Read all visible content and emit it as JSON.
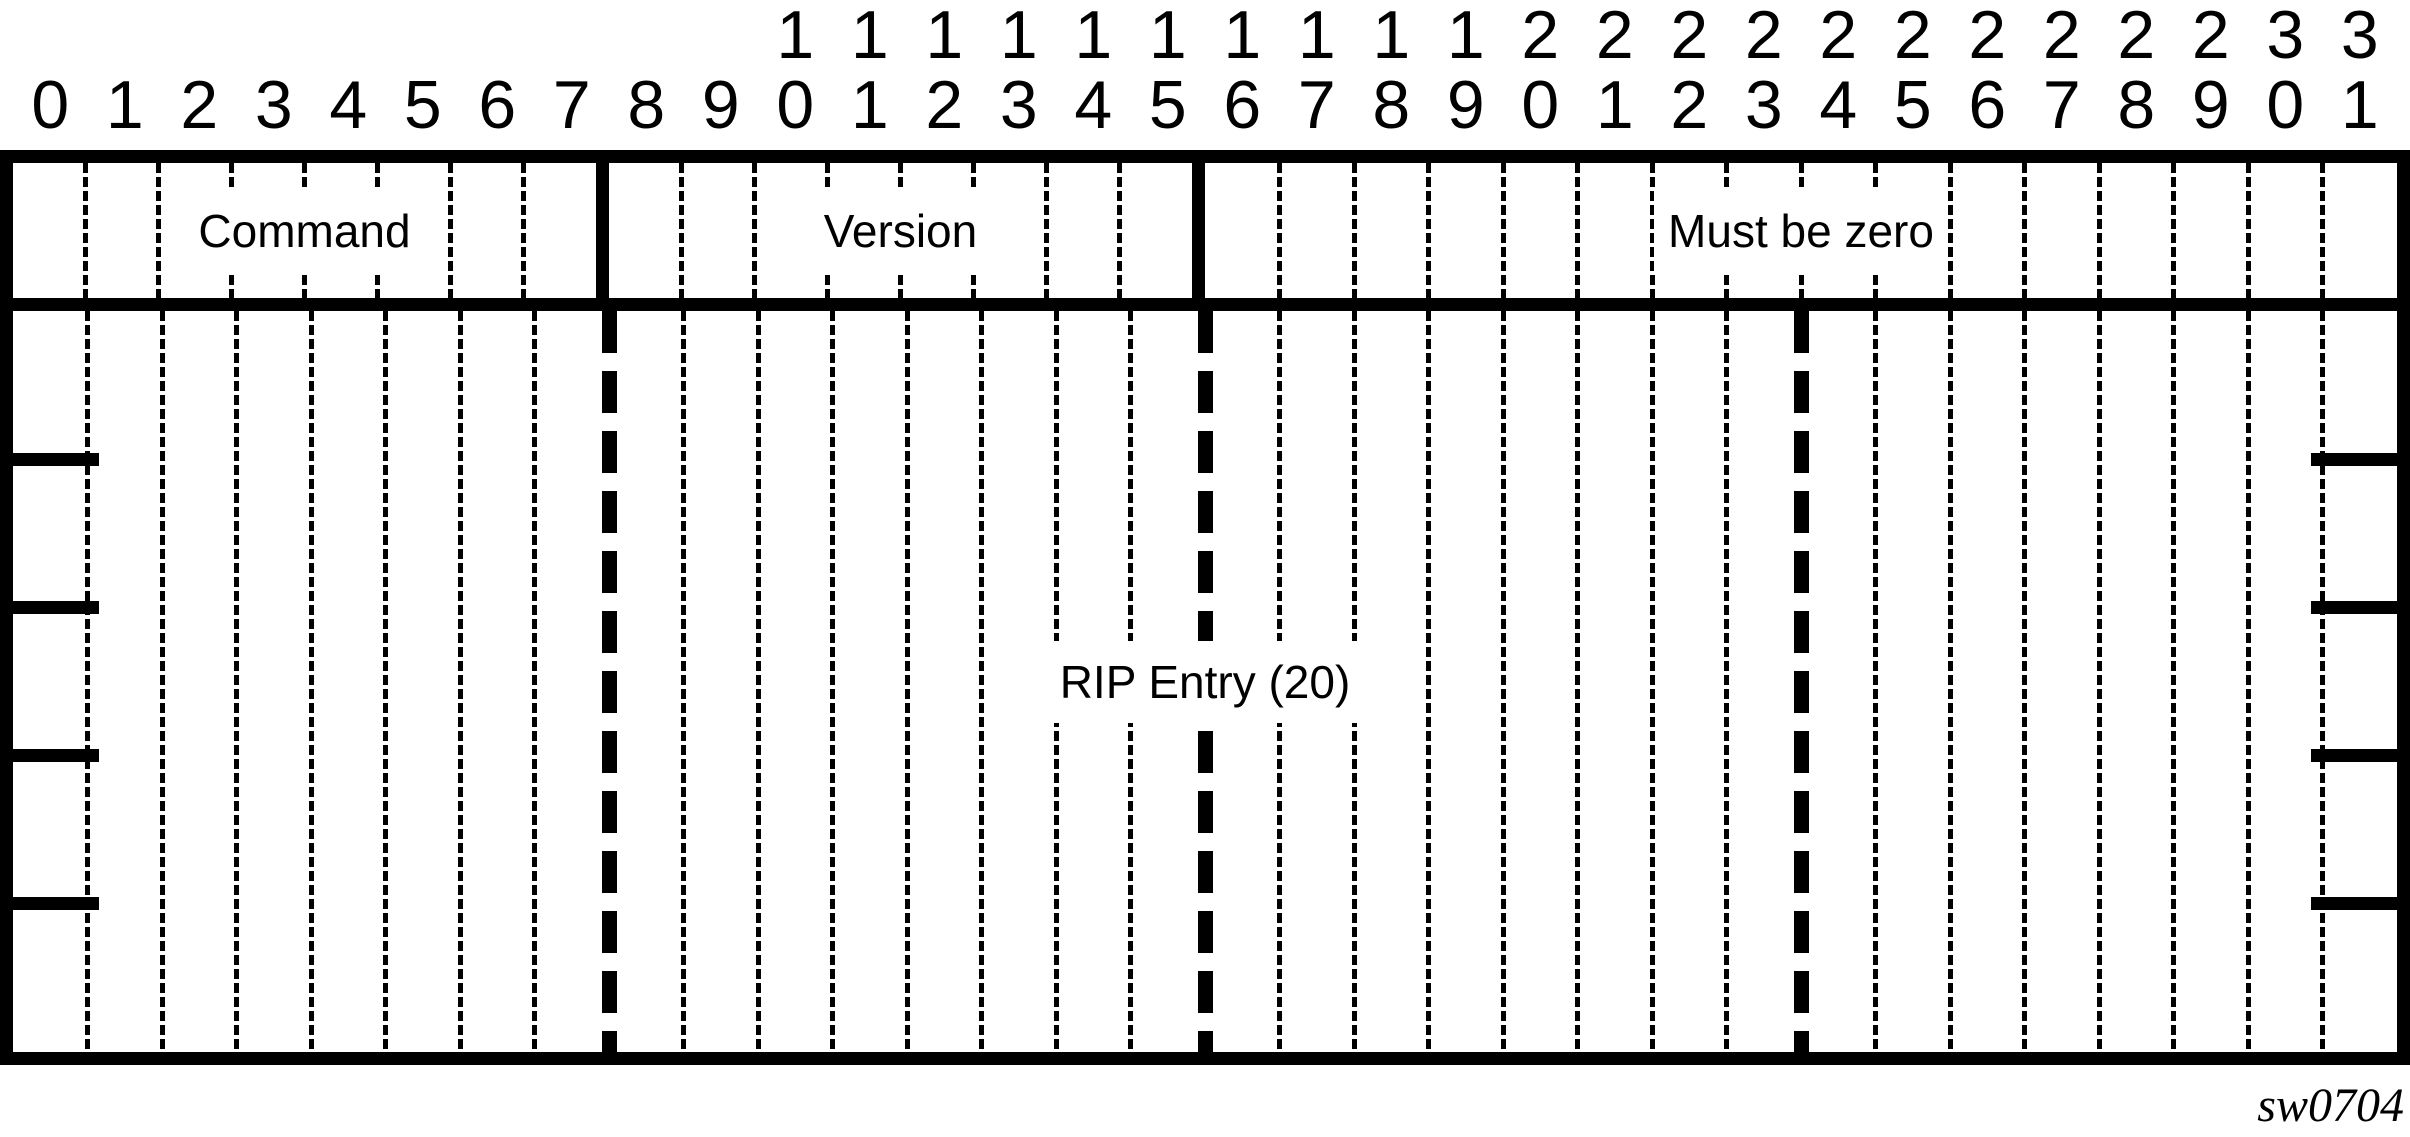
{
  "figure": {
    "bit_numbers": [
      "0",
      "1",
      "2",
      "3",
      "4",
      "5",
      "6",
      "7",
      "8",
      "9",
      "10",
      "11",
      "12",
      "13",
      "14",
      "15",
      "16",
      "17",
      "18",
      "19",
      "20",
      "21",
      "22",
      "23",
      "24",
      "25",
      "26",
      "27",
      "28",
      "29",
      "30",
      "31"
    ],
    "total_bits": 32,
    "byte_group_size": 8,
    "header_fields": [
      {
        "label": "Command",
        "bits": 8
      },
      {
        "label": "Version",
        "bits": 8
      },
      {
        "label": "Must be zero",
        "bits": 16
      }
    ],
    "body_field": {
      "label": "RIP Entry (20)",
      "bits": 32,
      "word_rows": 5
    },
    "caption": "sw0704",
    "colors": {
      "line": "#000000",
      "background": "#ffffff"
    }
  }
}
